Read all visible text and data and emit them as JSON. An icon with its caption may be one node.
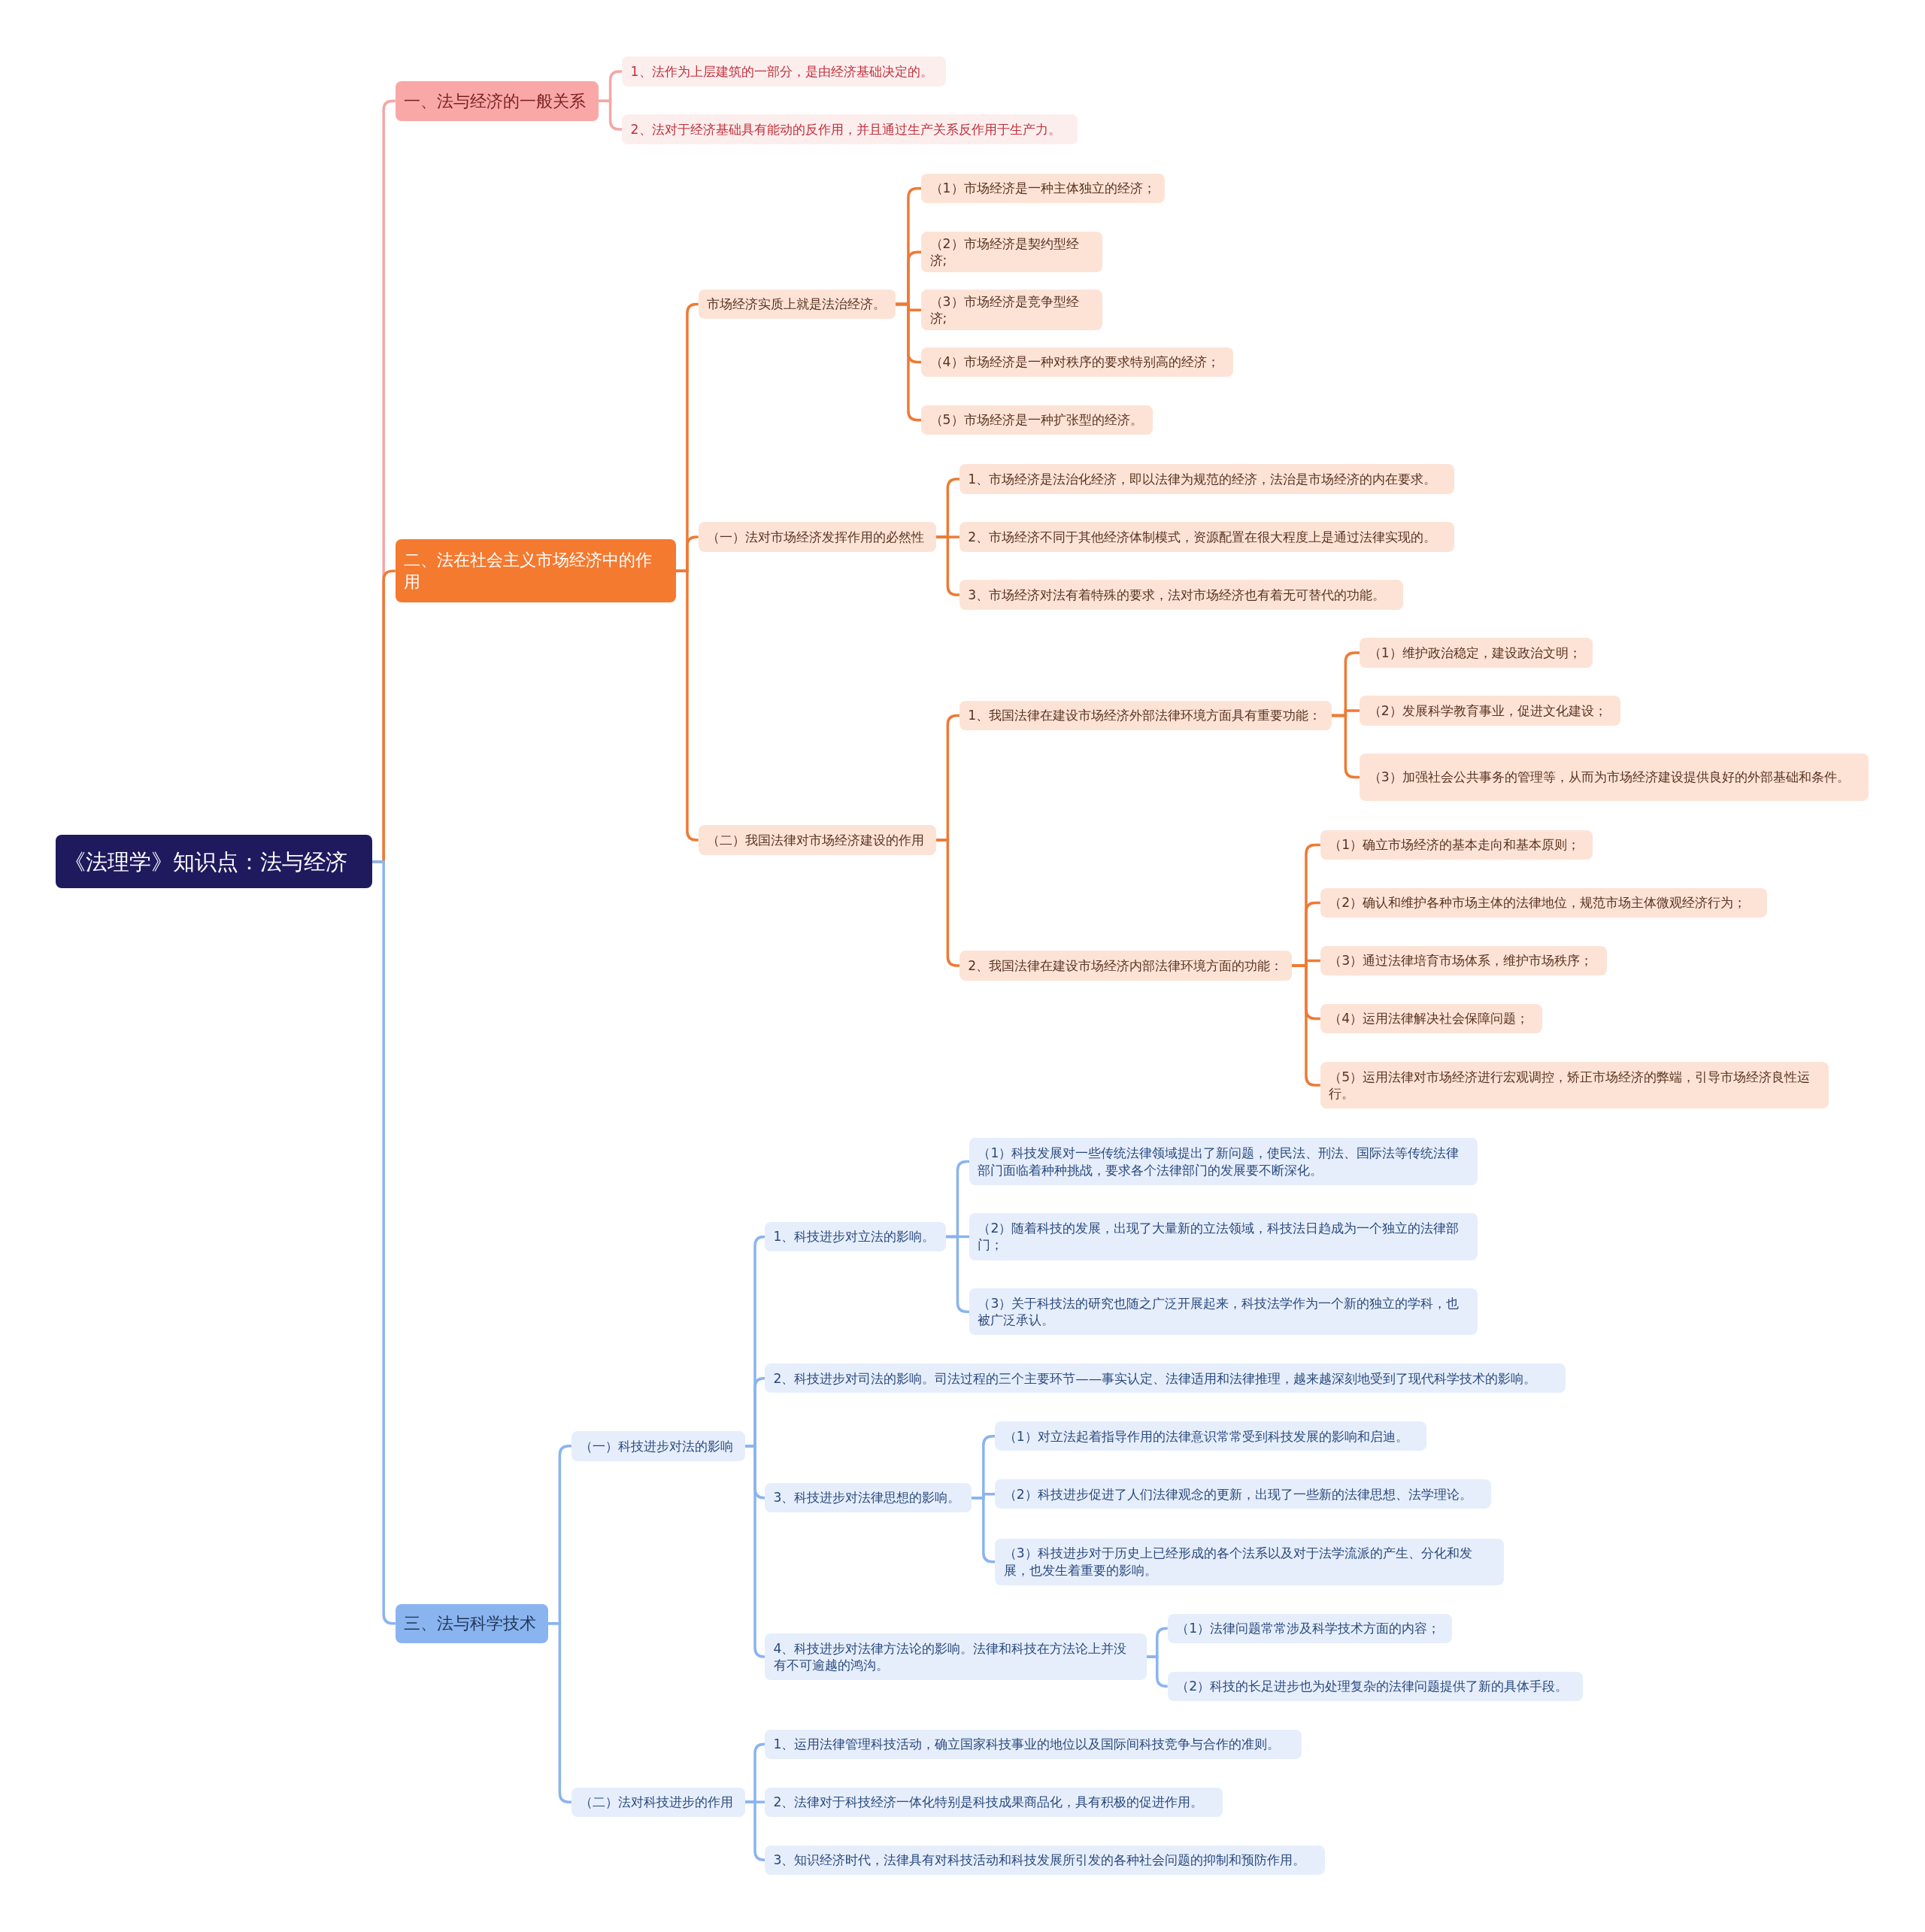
{
  "diagram": {
    "nodes": [
      {
        "text": [
          "《法理学》知识点：法与经济"
        ]
      },
      {
        "text": [
          "一、法与经济的一般关系"
        ]
      },
      {
        "text": [
          "1、法作为上层建筑的一部分，是由经济基础决定的。"
        ]
      },
      {
        "text": [
          "2、法对于经济基础具有能动的反作用，并且通过生产关系反作用于生产力。"
        ]
      },
      {
        "text": [
          "二、法在社会主义市场经济中的作用"
        ]
      },
      {
        "text": [
          "市场经济实质上就是法治经济。"
        ]
      },
      {
        "text": [
          "（1）市场经济是一种主体独立的经济；"
        ]
      },
      {
        "text": [
          "（2）市场经济是契约型经济;"
        ]
      },
      {
        "text": [
          "（3）市场经济是竞争型经济;"
        ]
      },
      {
        "text": [
          "（4）市场经济是一种对秩序的要求特别高的经济；"
        ]
      },
      {
        "text": [
          "（5）市场经济是一种扩张型的经济。"
        ]
      },
      {
        "text": [
          "（一）法对市场经济发挥作用的必然性"
        ]
      },
      {
        "text": [
          "1、市场经济是法治化经济，即以法律为规范的经济，法治是市场经济的内在要求。"
        ]
      },
      {
        "text": [
          "2、市场经济不同于其他经济体制模式，资源配置在很大程度上是通过法律实现的。"
        ]
      },
      {
        "text": [
          "3、市场经济对法有着特殊的要求，法对市场经济也有着无可替代的功能。"
        ]
      },
      {
        "text": [
          "（二）我国法律对市场经济建设的作用"
        ]
      },
      {
        "text": [
          "1、我国法律在建设市场经济外部法律环境方面具有重要功能："
        ]
      },
      {
        "text": [
          "（1）维护政治稳定，建设政治文明；"
        ]
      },
      {
        "text": [
          "（2）发展科学教育事业，促进文化建设；"
        ]
      },
      {
        "text": [
          "（3）加强社会公共事务的管理等，从而为市场经济建设提供良好的外部基础和条件。"
        ]
      },
      {
        "text": [
          "2、我国法律在建设市场经济内部法律环境方面的功能："
        ]
      },
      {
        "text": [
          "（1）确立市场经济的基本走向和基本原则；"
        ]
      },
      {
        "text": [
          "（2）确认和维护各种市场主体的法律地位，规范市场主体微观经济行为；"
        ]
      },
      {
        "text": [
          "（3）通过法律培育市场体系，维护市场秩序；"
        ]
      },
      {
        "text": [
          "（4）运用法律解决社会保障问题；"
        ]
      },
      {
        "text": [
          "（5）运用法律对市场经济进行宏观调控，矫正市场经济的弊端，引导市场经济良性运行。"
        ]
      },
      {
        "text": [
          "三、法与科学技术"
        ]
      },
      {
        "text": [
          "（一）科技进步对法的影响"
        ]
      },
      {
        "text": [
          "1、科技进步对立法的影响。"
        ]
      },
      {
        "text": [
          "（1）科技发展对一些传统法律领域提出了新问题，使民法、刑法、国际法等传统法律部门面临着种种挑战，要求各个法律部门的发展要不断深化。"
        ]
      },
      {
        "text": [
          "（2）随着科技的发展，出现了大量新的立法领域，科技法日趋成为一个独立的法律部门；"
        ]
      },
      {
        "text": [
          "（3）关于科技法的研究也随之广泛开展起来，科技法学作为一个新的独立的学科，也被广泛承认。"
        ]
      },
      {
        "text": [
          "2、科技进步对司法的影响。司法过程的三个主要环节——事实认定、法律适用和法律推理，越来越深刻地受到了现代科学技术的影响。"
        ]
      },
      {
        "text": [
          "3、科技进步对法律思想的影响。"
        ]
      },
      {
        "text": [
          "（1）对立法起着指导作用的法律意识常常受到科技发展的影响和启迪。"
        ]
      },
      {
        "text": [
          "（2）科技进步促进了人们法律观念的更新，出现了一些新的法律思想、法学理论。"
        ]
      },
      {
        "text": [
          "（3）科技进步对于历史上已经形成的各个法系以及对于法学流派的产生、分化和发展，也发生着重要的影响。"
        ]
      },
      {
        "text": [
          "4、科技进步对法律方法论的影响。法律和科技在方法论上并没有不可逾越的鸿沟。"
        ]
      },
      {
        "text": [
          "（1）法律问题常常涉及科学技术方面的内容；"
        ]
      },
      {
        "text": [
          "（2）科技的长足进步也为处理复杂的法律问题提供了新的具体手段。"
        ]
      },
      {
        "text": [
          "（二）法对科技进步的作用"
        ]
      },
      {
        "text": [
          "1、运用法律管理科技活动，确立国家科技事业的地位以及国际间科技竞争与合作的准则。"
        ]
      },
      {
        "text": [
          "2、法律对于科技经济一体化特别是科技成果商品化，具有积极的促进作用。"
        ]
      },
      {
        "text": [
          "3、知识经济时代，法律具有对科技活动和科技发展所引发的各种社会问题的抑制和预防作用。"
        ]
      }
    ],
    "edges": [
      {
        "from": 0,
        "to": 1,
        "arrow": "none",
        "color": "#f4a6a6"
      },
      {
        "from": 1,
        "to": 2,
        "arrow": "none",
        "color": "#f4a6a6"
      },
      {
        "from": 1,
        "to": 3,
        "arrow": "none",
        "color": "#f4a6a6"
      },
      {
        "from": 0,
        "to": 4,
        "arrow": "none"
      },
      {
        "from": 4,
        "to": 5,
        "arrow": "none"
      },
      {
        "from": 5,
        "to": 6,
        "arrow": "none"
      },
      {
        "from": 5,
        "to": 7,
        "arrow": "none"
      },
      {
        "from": 5,
        "to": 8,
        "arrow": "none"
      },
      {
        "from": 5,
        "to": 9,
        "arrow": "none"
      },
      {
        "from": 5,
        "to": 10,
        "arrow": "none"
      },
      {
        "from": 4,
        "to": 11,
        "arrow": "none"
      },
      {
        "from": 11,
        "to": 12,
        "arrow": "none"
      },
      {
        "from": 11,
        "to": 13,
        "arrow": "none"
      },
      {
        "from": 11,
        "to": 14,
        "arrow": "none"
      },
      {
        "from": 4,
        "to": 15,
        "arrow": "none"
      },
      {
        "from": 15,
        "to": 16,
        "arrow": "none"
      },
      {
        "from": 16,
        "to": 17,
        "arrow": "none"
      },
      {
        "from": 16,
        "to": 18,
        "arrow": "none"
      },
      {
        "from": 16,
        "to": 19,
        "arrow": "none"
      },
      {
        "from": 15,
        "to": 20,
        "arrow": "none"
      },
      {
        "from": 20,
        "to": 21,
        "arrow": "none"
      },
      {
        "from": 20,
        "to": 22,
        "arrow": "none"
      },
      {
        "from": 20,
        "to": 23,
        "arrow": "none"
      },
      {
        "from": 20,
        "to": 24,
        "arrow": "none"
      },
      {
        "from": 20,
        "to": 25,
        "arrow": "none"
      },
      {
        "from": 0,
        "to": 26,
        "arrow": "none",
        "color": "#8ab4ef"
      },
      {
        "from": 26,
        "to": 27,
        "arrow": "none",
        "color": "#8ab4ef"
      },
      {
        "from": 27,
        "to": 28,
        "arrow": "none",
        "color": "#8ab4ef"
      },
      {
        "from": 28,
        "to": 29,
        "arrow": "none",
        "color": "#8ab4ef"
      },
      {
        "from": 28,
        "to": 30,
        "arrow": "none",
        "color": "#8ab4ef"
      },
      {
        "from": 28,
        "to": 31,
        "arrow": "none",
        "color": "#8ab4ef"
      },
      {
        "from": 27,
        "to": 32,
        "arrow": "none",
        "color": "#8ab4ef"
      },
      {
        "from": 27,
        "to": 33,
        "arrow": "none",
        "color": "#8ab4ef"
      },
      {
        "from": 33,
        "to": 34,
        "arrow": "none",
        "color": "#8ab4ef"
      },
      {
        "from": 33,
        "to": 35,
        "arrow": "none",
        "color": "#8ab4ef"
      },
      {
        "from": 33,
        "to": 36,
        "arrow": "none",
        "color": "#8ab4ef"
      },
      {
        "from": 27,
        "to": 37,
        "arrow": "none",
        "color": "#8ab4ef"
      },
      {
        "from": 37,
        "to": 38,
        "arrow": "none",
        "color": "#8ab4ef"
      },
      {
        "from": 37,
        "to": 39,
        "arrow": "none",
        "color": "#8ab4ef"
      },
      {
        "from": 26,
        "to": 40,
        "arrow": "none",
        "color": "#8ab4ef"
      },
      {
        "from": 40,
        "to": 41,
        "arrow": "none",
        "color": "#8ab4ef"
      },
      {
        "from": 40,
        "to": 42,
        "arrow": "none",
        "color": "#8ab4ef"
      },
      {
        "from": 40,
        "to": 43,
        "arrow": "none",
        "color": "#8ab4ef"
      }
    ]
  }
}
